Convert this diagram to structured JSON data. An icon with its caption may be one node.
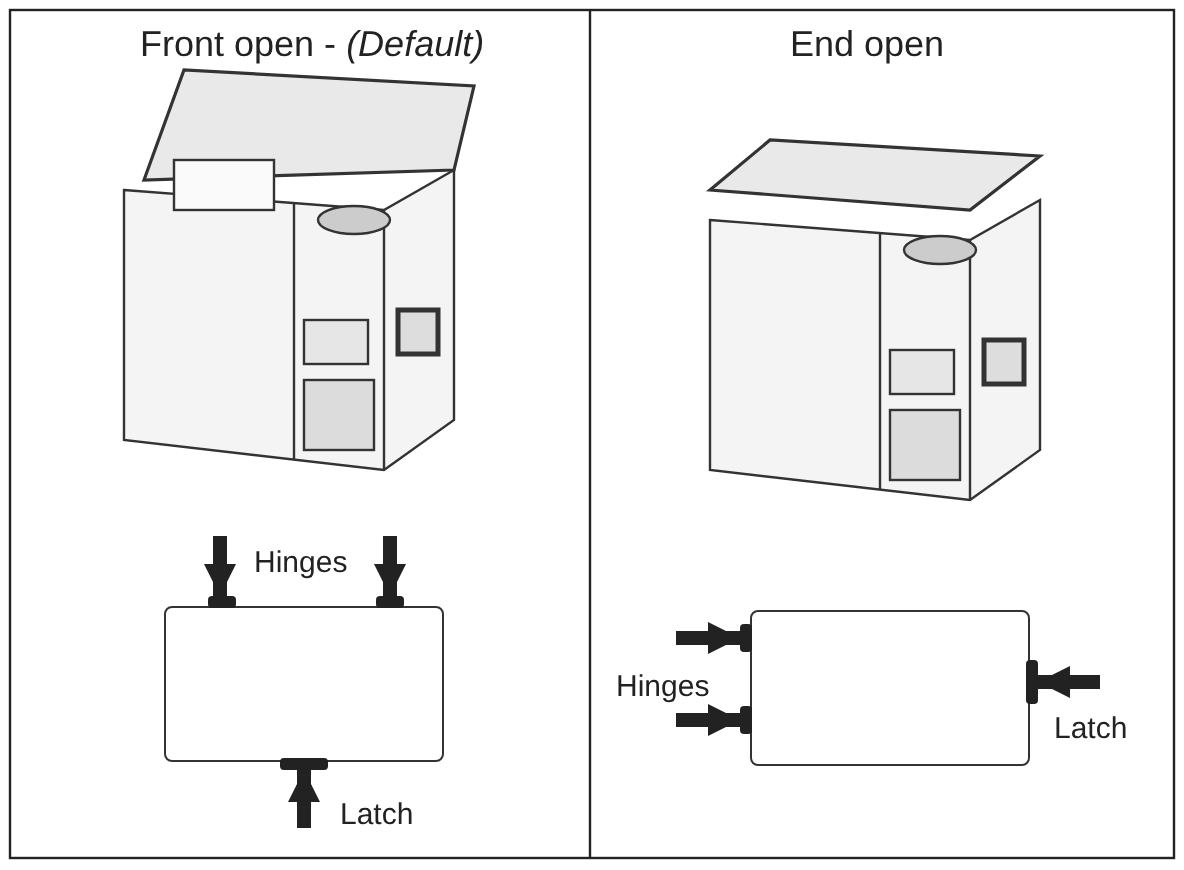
{
  "diagram": {
    "nodes": [
      {
        "text": [],
        "shape": "box"
      },
      {
        "text": [],
        "shape": "bar"
      },
      {
        "text": [],
        "shape": "bar"
      },
      {
        "text": [],
        "shape": "bar"
      },
      {
        "text": [],
        "shape": "box"
      },
      {
        "text": [],
        "shape": "bar"
      },
      {
        "text": [],
        "shape": "bar"
      },
      {
        "text": [],
        "shape": "bar"
      }
    ],
    "edges": [
      {
        "from": null,
        "to": 1,
        "arrow": "to"
      },
      {
        "from": null,
        "to": 2,
        "arrow": "to"
      },
      {
        "from": null,
        "to": 3,
        "arrow": "to"
      },
      {
        "from": null,
        "to": 5,
        "arrow": "to"
      },
      {
        "from": null,
        "to": 6,
        "arrow": "to"
      },
      {
        "from": null,
        "to": 7,
        "arrow": "to"
      }
    ],
    "labels": [
      "Front open - *(Default)*",
      "End open",
      "Hinges",
      "Latch",
      "Hinges",
      "Latch"
    ]
  }
}
